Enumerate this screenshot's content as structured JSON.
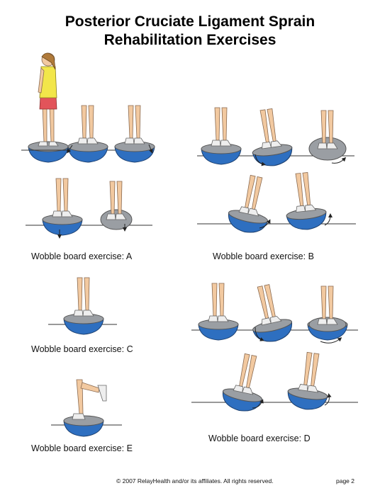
{
  "document": {
    "title_line1": "Posterior Cruciate Ligament Sprain",
    "title_line2": "Rehabilitation Exercises",
    "captions": {
      "a": "Wobble board exercise: A",
      "b": "Wobble board exercise: B",
      "c": "Wobble board exercise: C",
      "d": "Wobble board exercise: D",
      "e": "Wobble board exercise: E"
    },
    "footer": {
      "copyright": "© 2007 RelayHealth and/or its affiliates.  All rights reserved.",
      "page": "page 2"
    }
  },
  "colors": {
    "board_blue": "#2e6fc0",
    "board_top": "#9a9ea3",
    "skin": "#f2c9a0",
    "shirt": "#f2e64a",
    "shorts": "#e2545a",
    "shoe": "#eeeeee",
    "line": "#333333"
  }
}
